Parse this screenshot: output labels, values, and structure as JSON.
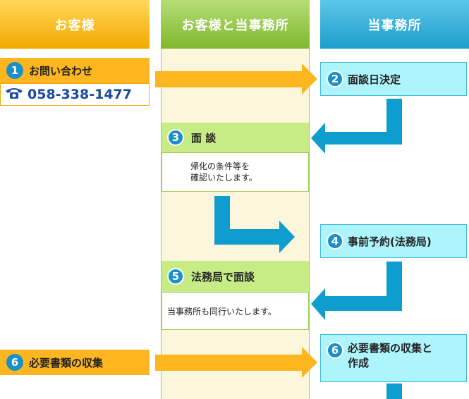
{
  "headers": {
    "customer": "お客様",
    "both": "お客様と当事務所",
    "office": "当事務所"
  },
  "steps": {
    "s1": {
      "num": "1",
      "label": "お問い合わせ",
      "phone": "058-338-1477"
    },
    "s2": {
      "num": "2",
      "label": "面談日決定"
    },
    "s3": {
      "num": "3",
      "label": "面 談",
      "note_line1": "帰化の条件等を",
      "note_line2": "確認いたします。"
    },
    "s4": {
      "num": "4",
      "label": "事前予約(法務局)"
    },
    "s5": {
      "num": "5",
      "label": "法務局で面談",
      "note": "当事務所も同行いたします。"
    },
    "s6_customer": {
      "num": "6",
      "label": "必要書類の収集"
    },
    "s6_office": {
      "num": "6",
      "label_line1": "必要書類の収集と",
      "label_line2": "作成"
    }
  },
  "colors": {
    "customer": "#f4a900",
    "both": "#80b82e",
    "office": "#1e9dcc",
    "arrow_orange": "#fdb61f",
    "arrow_blue": "#0f9dcf"
  },
  "icons": {
    "phone": "phone-icon"
  }
}
